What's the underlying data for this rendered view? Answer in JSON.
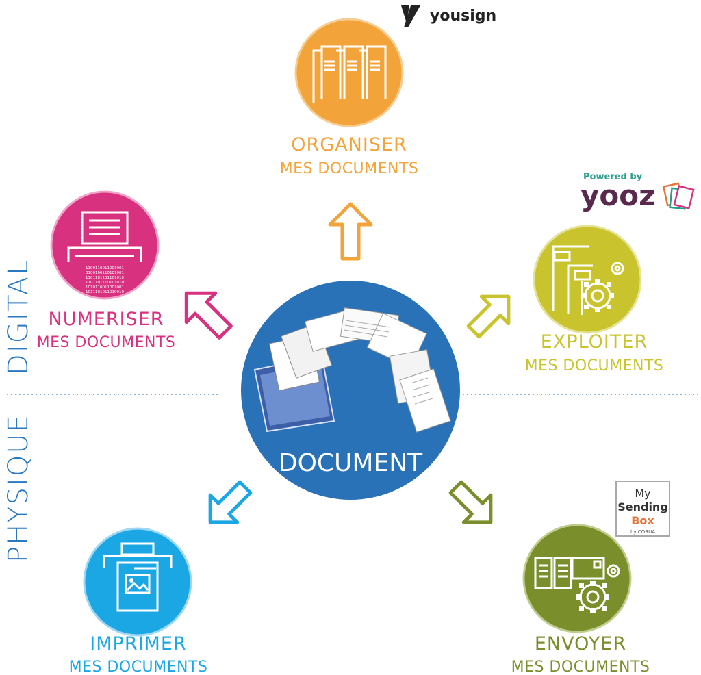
{
  "center": {
    "label": "DOCUMENT"
  },
  "side_labels": {
    "digital": "DIGITAL",
    "physique": "PHYSIQUE"
  },
  "nodes": {
    "organiser": {
      "title": "ORGANISER",
      "subtitle": "MES DOCUMENTS",
      "color": "#f2a33a"
    },
    "numeriser": {
      "title": "NUMERISER",
      "subtitle": "MES DOCUMENTS",
      "color": "#d8317f"
    },
    "exploiter": {
      "title": "EXPLOITER",
      "subtitle": "MES DOCUMENTS",
      "color": "#c9c32d"
    },
    "imprimer": {
      "title": "IMPRIMER",
      "subtitle": "MES DOCUMENTS",
      "color": "#1ba7e4"
    },
    "envoyer": {
      "title": "ENVOYER",
      "subtitle": "MES DOCUMENTS",
      "color": "#7a8f2c"
    }
  },
  "logos": {
    "yousign": {
      "text": "yousign"
    },
    "yooz": {
      "powered_by": "Powered by",
      "name": "yooz"
    },
    "mysendingbox": {
      "line1": "My",
      "line2": "Sending",
      "line3": "Box",
      "by": "by CORUA"
    }
  },
  "colors": {
    "center": "#2a72b8",
    "divider": "#8fb4da"
  },
  "binary_text": [
    "1100110011001001",
    "0100100110101001",
    "1101101101101010",
    "1101101110101010",
    "1010110011001001",
    "1011101011010010"
  ]
}
